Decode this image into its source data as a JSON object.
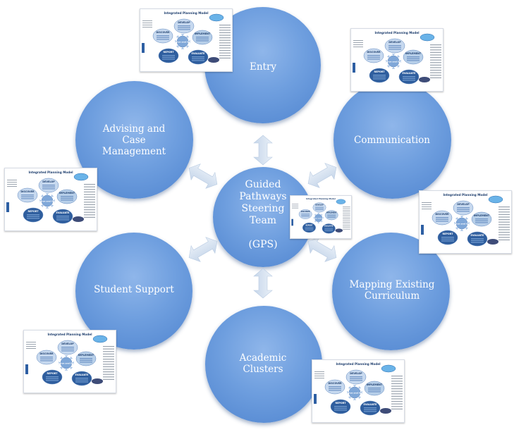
{
  "diagram": {
    "center": {
      "label": "Guided\nPathways\nSteering\nTeam\n\n(GPS)"
    },
    "nodes": [
      {
        "id": "entry",
        "label": "Entry"
      },
      {
        "id": "communication",
        "label": "Communication"
      },
      {
        "id": "mapping",
        "label": "Mapping Existing\nCurriculum"
      },
      {
        "id": "academic",
        "label": "Academic\nClusters"
      },
      {
        "id": "student-support",
        "label": "Student Support"
      },
      {
        "id": "advising",
        "label": "Advising and\nCase\nManagement"
      }
    ],
    "thumbnail": {
      "title": "Integrated Planning Model",
      "stages": [
        "DEVELOP",
        "DISCOVER",
        "IMPLEMENT",
        "REPORT",
        "EVALUATE"
      ],
      "hub": "Mission and Goals"
    },
    "colors": {
      "circle_fill": "#6f9fdf",
      "circle_light": "#8fb6ea",
      "circle_dark": "#4f84cf",
      "arrow_fill": "#d9e4f2",
      "label_text": "#ffffff"
    }
  }
}
